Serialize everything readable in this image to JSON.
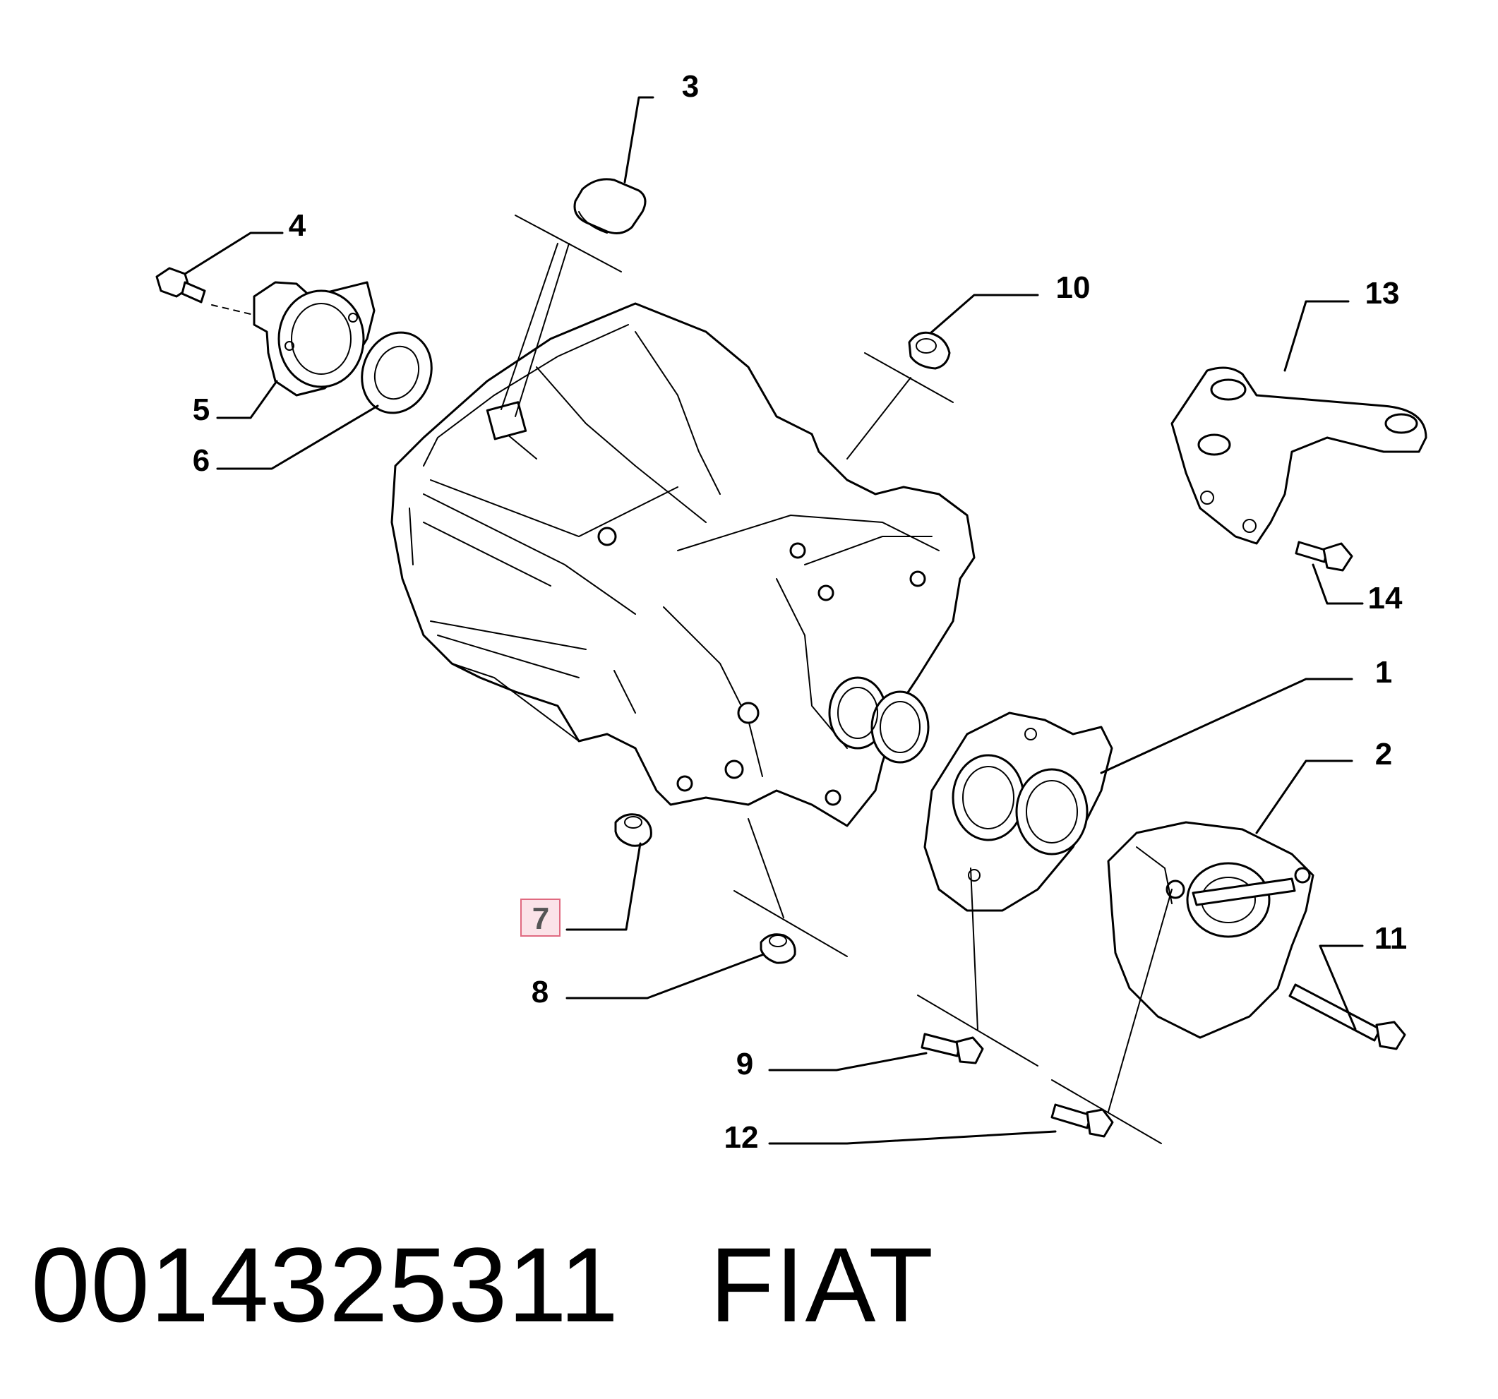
{
  "callouts": [
    {
      "id": "3",
      "label": "3"
    },
    {
      "id": "4",
      "label": "4"
    },
    {
      "id": "5",
      "label": "5"
    },
    {
      "id": "6",
      "label": "6"
    },
    {
      "id": "10",
      "label": "10"
    },
    {
      "id": "13",
      "label": "13"
    },
    {
      "id": "14",
      "label": "14"
    },
    {
      "id": "1",
      "label": "1"
    },
    {
      "id": "2",
      "label": "2"
    },
    {
      "id": "7",
      "label": "7",
      "highlighted": true
    },
    {
      "id": "11",
      "label": "11"
    },
    {
      "id": "8",
      "label": "8"
    },
    {
      "id": "9",
      "label": "9"
    },
    {
      "id": "12",
      "label": "12"
    }
  ],
  "caption": {
    "part_number": "0014325311",
    "brand": "FIAT"
  },
  "colors": {
    "highlight_fill": "#fbe3e8",
    "highlight_stroke": "#e06a80",
    "line": "#000000"
  }
}
